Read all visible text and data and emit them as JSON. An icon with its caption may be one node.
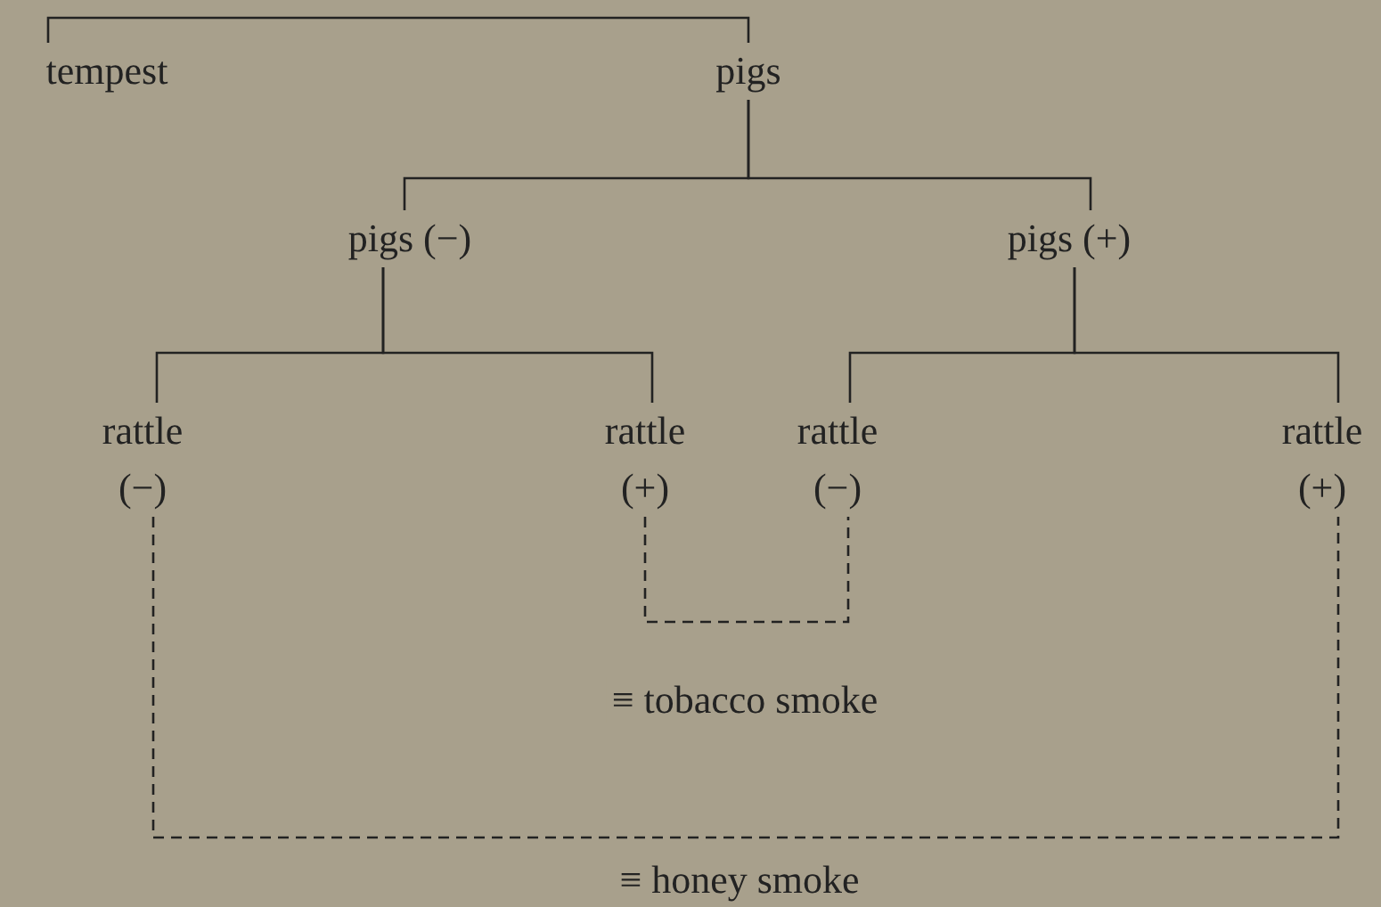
{
  "diagram": {
    "nodes": [
      {
        "text": [
          "tempest"
        ]
      },
      {
        "text": [
          "pigs"
        ]
      },
      {
        "text": [
          "pigs (−)"
        ]
      },
      {
        "text": [
          "pigs (+)"
        ]
      },
      {
        "text": [
          "rattle (−)"
        ]
      },
      {
        "text": [
          "rattle (+)"
        ]
      },
      {
        "text": [
          "rattle (−)"
        ]
      },
      {
        "text": [
          "rattle (+)"
        ]
      }
    ],
    "edges": [
      {
        "from": 0,
        "to": 1,
        "arrow": "none"
      },
      {
        "from": 1,
        "to": 2,
        "arrow": "none"
      },
      {
        "from": 1,
        "to": 3,
        "arrow": "none"
      },
      {
        "from": 2,
        "to": 4,
        "arrow": "none"
      },
      {
        "from": 2,
        "to": 5,
        "arrow": "none"
      },
      {
        "from": 3,
        "to": 6,
        "arrow": "none"
      },
      {
        "from": 3,
        "to": 7,
        "arrow": "none"
      },
      {
        "from": 5,
        "to": 6,
        "arrow": "none",
        "style": "dashed",
        "label": "≡ tobacco smoke"
      },
      {
        "from": 4,
        "to": 7,
        "arrow": "none",
        "style": "dashed",
        "label": "≡ honey smoke"
      }
    ]
  }
}
